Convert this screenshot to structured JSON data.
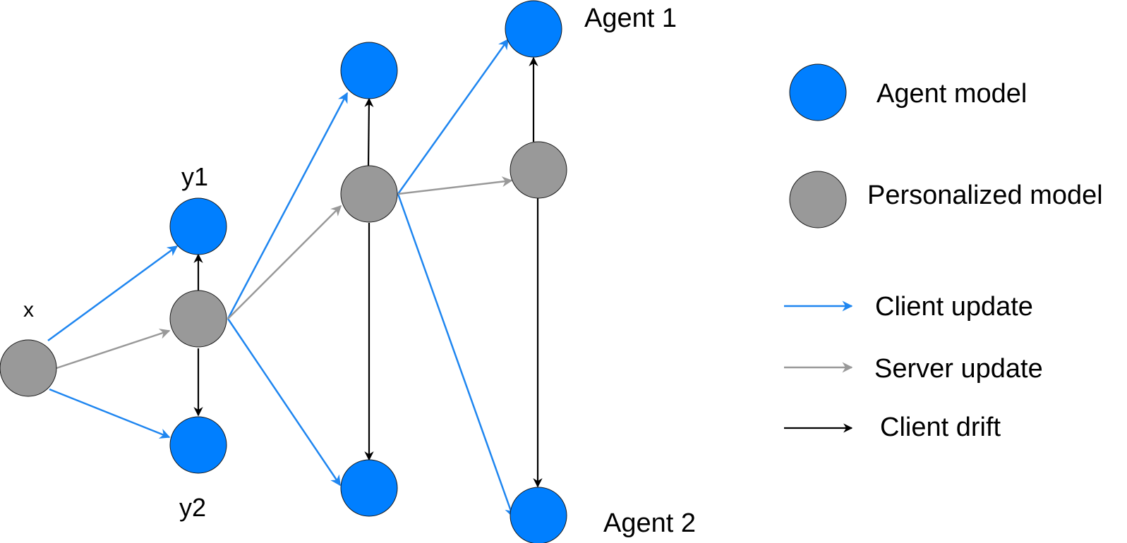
{
  "labels": {
    "x": "x",
    "y1": "y1",
    "y2": "y2",
    "agent1": "Agent 1",
    "agent2": "Agent 2"
  },
  "legend": {
    "agent_model": "Agent model",
    "personalized_model": "Personalized model",
    "client_update": "Client update",
    "server_update": "Server update",
    "client_drift": "Client drift"
  },
  "colors": {
    "agent_node": "#007fff",
    "personalized_node": "#999999",
    "client_update": "#1f86f0",
    "server_update": "#999999",
    "client_drift": "#000000"
  }
}
